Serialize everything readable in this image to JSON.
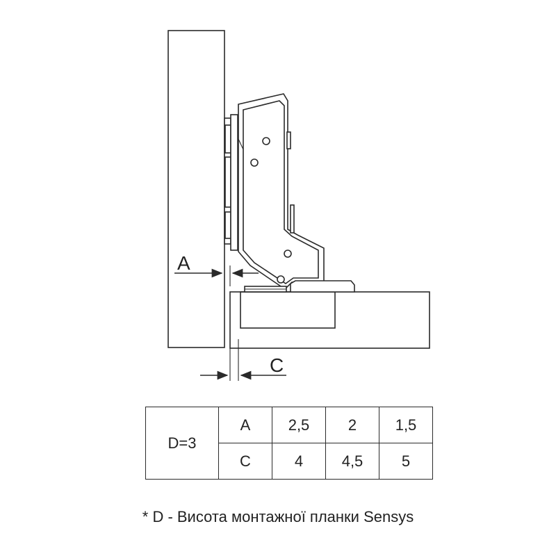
{
  "diagram": {
    "label_a": "A",
    "label_c": "C"
  },
  "table": {
    "d_label": "D=3",
    "rows": [
      {
        "param": "A",
        "values": [
          "2,5",
          "2",
          "1,5"
        ]
      },
      {
        "param": "C",
        "values": [
          "4",
          "4,5",
          "5"
        ]
      }
    ]
  },
  "footnote": "* D - Висота монтажної планки Sensys"
}
